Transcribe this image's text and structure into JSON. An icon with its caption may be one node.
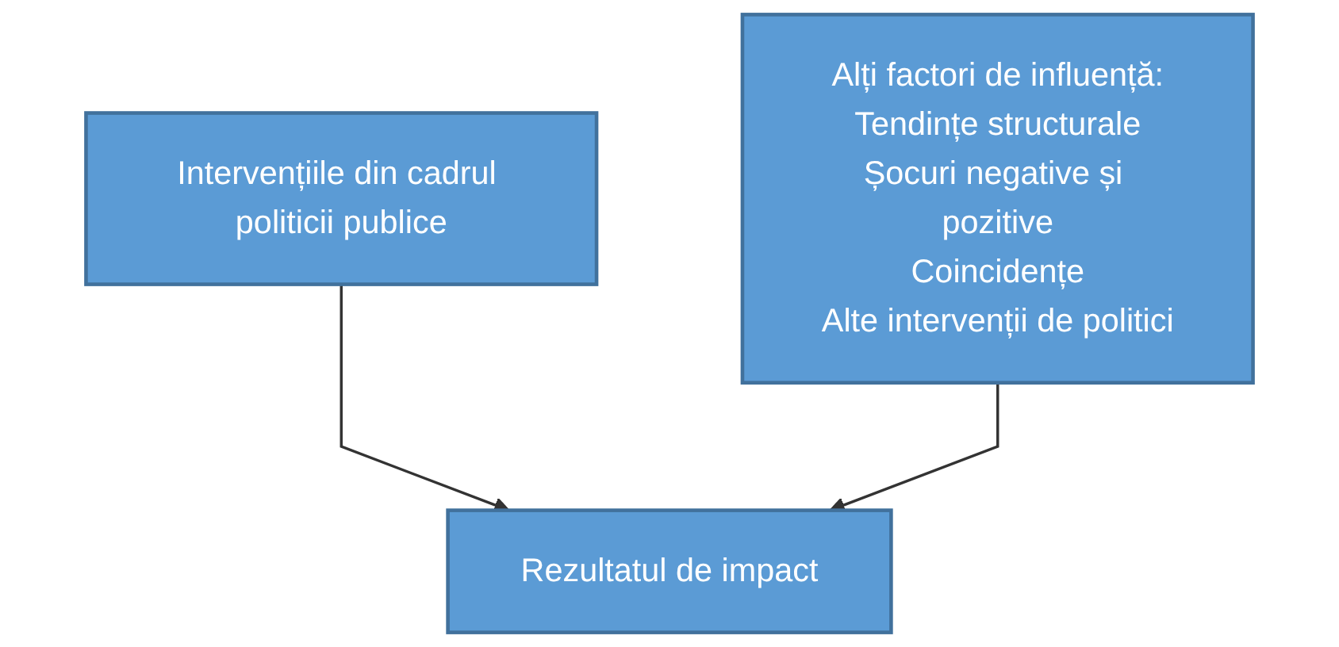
{
  "diagram": {
    "nodes": [
      {
        "text": [
          "Intervențiile din cadrul politicii publice"
        ]
      },
      {
        "text": [
          "Alți factori de influență:",
          "Tendințe structurale",
          "Șocuri negative și pozitive",
          "Coincidențe",
          "Alte intervenții de politici"
        ]
      },
      {
        "text": [
          "Rezultatul de impact"
        ]
      }
    ],
    "edges": [
      {
        "from": 0,
        "to": 2,
        "arrow": "to"
      },
      {
        "from": 1,
        "to": 2,
        "arrow": "to"
      }
    ]
  }
}
